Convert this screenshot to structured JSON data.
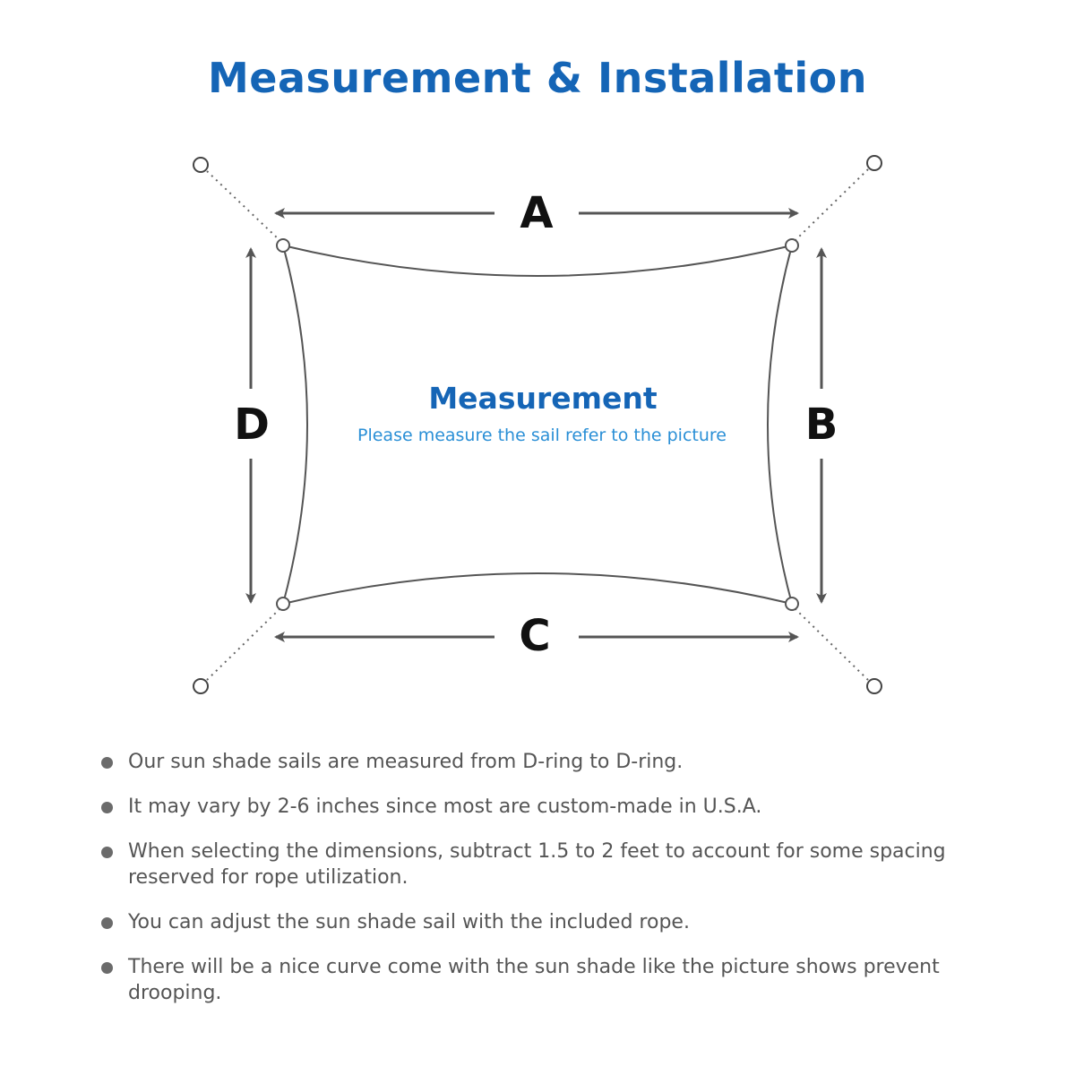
{
  "title": "Measurement & Installation",
  "diagram": {
    "labels": {
      "a": "A",
      "b": "B",
      "c": "C",
      "d": "D"
    },
    "center_title": "Measurement",
    "center_subtitle": "Please measure the sail refer to the picture"
  },
  "notes": [
    "Our sun shade sails are measured from D-ring to D-ring.",
    "It may vary by 2-6 inches since most are custom-made in U.S.A.",
    "When selecting the dimensions, subtract 1.5 to 2 feet to account for some spacing reserved for rope utilization.",
    "You can adjust the sun shade sail with the included rope.",
    "There will be a nice curve come with the sun shade like the picture shows prevent drooping."
  ],
  "colors": {
    "title": "#1565b6",
    "subtitle": "#2a8fd6",
    "body_text": "#555555",
    "arrows": "#555555"
  }
}
